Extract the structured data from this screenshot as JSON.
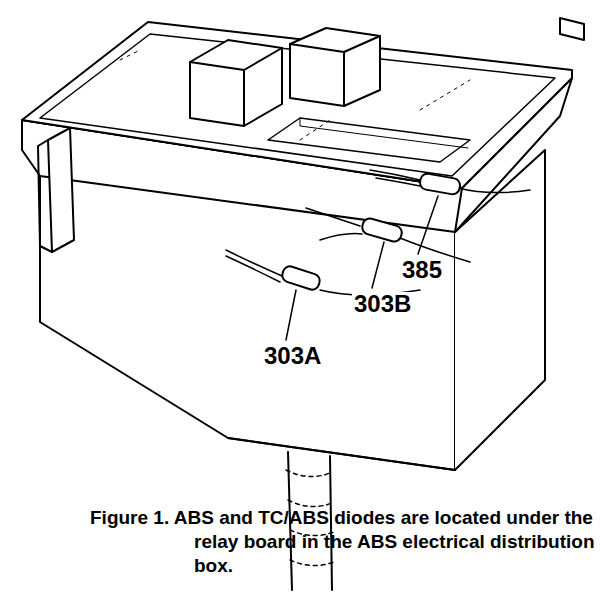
{
  "diagram": {
    "caption": "Figure 1. ABS and TC/ABS diodes are located under the relay board in the ABS electrical distribution box.",
    "labels": [
      "385",
      "303B",
      "303A"
    ]
  }
}
